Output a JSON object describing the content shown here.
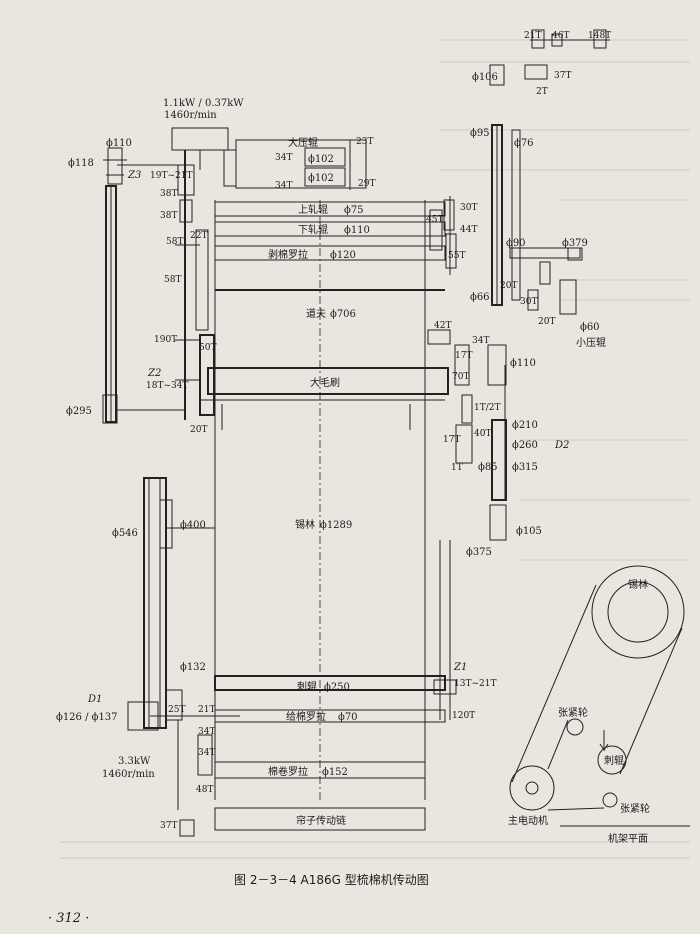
{
  "figure": {
    "caption": "图 2－3－4   A186G 型梳棉机传动图",
    "page_number": "· 312 ·"
  },
  "components": {
    "motor_top": "1.1kW / 0.37kW",
    "motor_top_rpm": "1460r/min",
    "p110_top": "ϕ110",
    "p118": "ϕ118",
    "z3": "Z3",
    "g19_21": "19T~21T",
    "g38a": "38T",
    "g38b": "38T",
    "g58": "58T",
    "g22": "22T",
    "g58b": "58T",
    "g190": "190T",
    "g50": "50T",
    "z2": "Z2",
    "g18_34": "18T~34T",
    "p295": "ϕ295",
    "g20_bottom": "20T",
    "big_roller": "大压辊",
    "g34a": "34T",
    "g34b": "34T",
    "p102a": "ϕ102",
    "p102b": "ϕ102",
    "g23": "23T",
    "g29": "29T",
    "upper_roll": "上轧辊",
    "p75": "ϕ75",
    "lower_roll": "下轧辊",
    "p110_lower": "ϕ110",
    "stripping": "剥棉罗拉",
    "p120": "ϕ120",
    "g45": "45T",
    "g30": "30T",
    "g44": "44T",
    "g55": "55T",
    "doffer": "道夫",
    "p706": "ϕ706",
    "g42": "42T",
    "g34c": "34T",
    "brush": "大毛刷",
    "g17a": "17T",
    "g70": "70T",
    "p110_r": "ϕ110",
    "g1_2": "1T/2T",
    "g40": "40T",
    "g17b": "17T",
    "g1": "1T",
    "p210": "ϕ210",
    "p260": "ϕ260",
    "d2": "D2",
    "p85": "ϕ85",
    "p315": "ϕ315",
    "p105": "ϕ105",
    "p375": "ϕ375",
    "p546": "ϕ546",
    "p400": "ϕ400",
    "cylinder": "锡林",
    "p1289": "ϕ1289",
    "p132": "ϕ132",
    "d1": "D1",
    "p126_137": "ϕ126 / ϕ137",
    "g25": "25T",
    "g21": "21T",
    "g34d": "34T",
    "g34e": "34T",
    "lickerin": "刺辊",
    "p250": "ϕ250",
    "z1": "Z1",
    "g13_21": "13T~21T",
    "feed_roll": "给棉罗拉",
    "p70": "ϕ70",
    "g120": "120T",
    "motor_main": "3.3kW",
    "motor_main_rpm": "1460r/min",
    "g48": "48T",
    "lap_roll": "棉卷罗拉",
    "p152": "ϕ152",
    "g37": "37T",
    "flat_chain": "帘子传动链",
    "g21_top": "21T",
    "g46": "46T",
    "g148": "148T",
    "p106": "ϕ106",
    "g37b": "37T",
    "g2": "2T",
    "p95": "ϕ95",
    "p76": "ϕ76",
    "p90": "ϕ90",
    "p379": "ϕ379",
    "g20a": "20T",
    "g30b": "30T",
    "g20b": "20T",
    "p66": "ϕ66",
    "p60": "ϕ60",
    "small_press": "小压辊"
  },
  "inset": {
    "cylinder": "锡林",
    "lickerin": "刺辊",
    "tension_upper": "张紧轮",
    "tension_lower": "张紧轮",
    "motor": "主电动机",
    "frame_plane": "机架平面"
  },
  "colors": {
    "paper": "#e9e6e0",
    "ink": "#222222"
  }
}
